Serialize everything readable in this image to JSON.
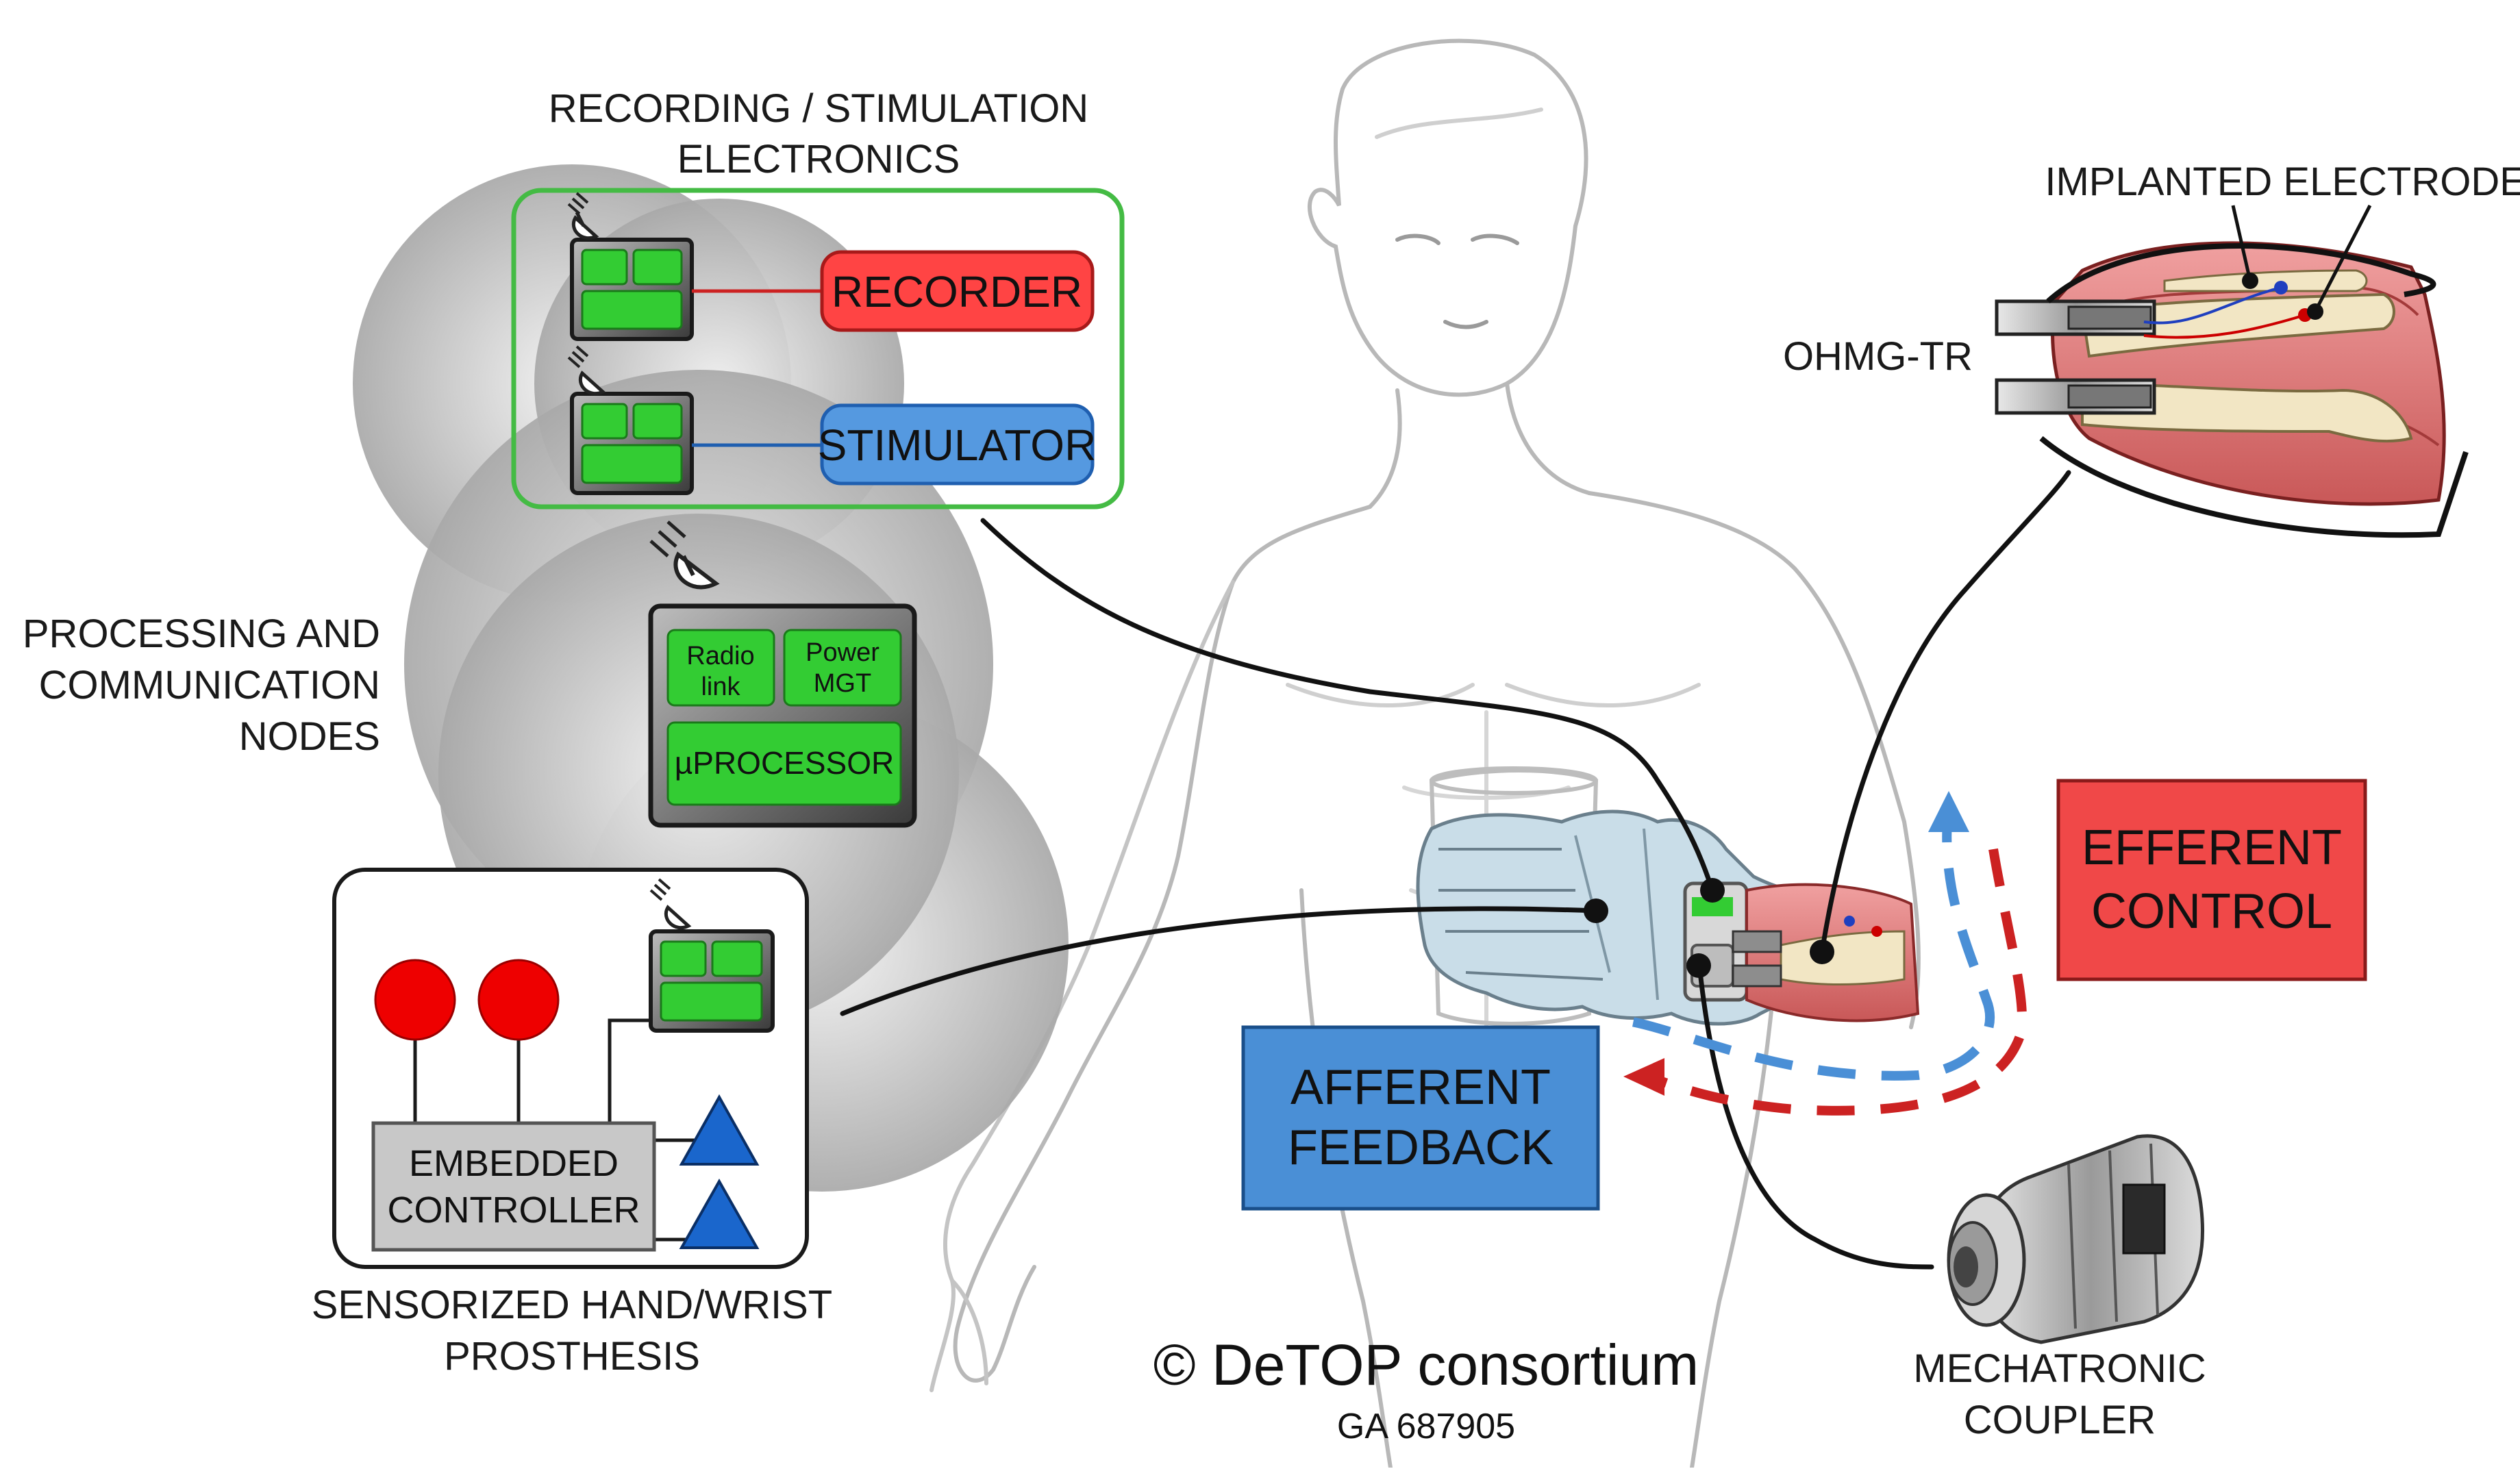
{
  "labels": {
    "rec_stim_line1": "RECORDING / STIMULATION",
    "rec_stim_line2": "ELECTRONICS",
    "recorder": "RECORDER",
    "stimulator": "STIMULATOR",
    "proc_line1": "PROCESSING AND",
    "proc_line2": "COMMUNICATION",
    "proc_line3": "NODES",
    "radio_link_1": "Radio",
    "radio_link_2": "link",
    "power_mgt_1": "Power",
    "power_mgt_2": "MGT",
    "uprocessor": "µPROCESSOR",
    "embedded_1": "EMBEDDED",
    "embedded_2": "CONTROLLER",
    "prosthesis_1": "SENSORIZED HAND/WRIST",
    "prosthesis_2": "PROSTHESIS",
    "implanted": "IMPLANTED ELECTRODES",
    "ohmg": "OHMG-TR",
    "efferent_1": "EFFERENT",
    "efferent_2": "CONTROL",
    "afferent_1": "AFFERENT",
    "afferent_2": "FEEDBACK",
    "mech_1": "MECHATRONIC",
    "mech_2": "COUPLER",
    "copyright": "© DeTOP consortium",
    "grant": "GA 687905"
  },
  "colors": {
    "node_green": "#33cc33",
    "recorder_red": "#ff4444",
    "stimulator_blue": "#5599e0",
    "efferent_red": "#f04848",
    "afferent_blue": "#4a8fd6",
    "sensor_red": "#ee0000",
    "sensor_blue_triangle": "#1a66cc",
    "frame_green": "#44bb44"
  }
}
